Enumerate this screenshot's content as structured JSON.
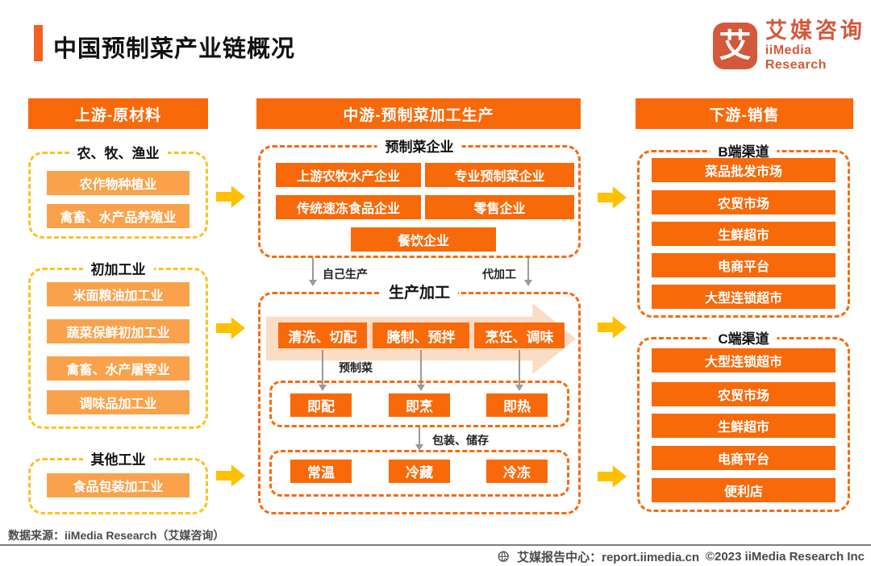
{
  "title": "中国预制菜产业链概况",
  "logo": {
    "glyph": "艾",
    "name_cn": "艾媒咨询",
    "name_en": "iiMedia Research"
  },
  "upstream": {
    "header": "上游-原材料",
    "groups": [
      {
        "title": "农、牧、渔业",
        "items": [
          "农作物种植业",
          "禽畜、水产品养殖业"
        ]
      },
      {
        "title": "初加工业",
        "items": [
          "米面粮油加工业",
          "蔬菜保鲜初加工业",
          "禽畜、水产屠宰业",
          "调味品加工业"
        ]
      },
      {
        "title": "其他工业",
        "items": [
          "食品包装加工业"
        ]
      }
    ]
  },
  "midstream": {
    "header": "中游-预制菜加工生产",
    "enterprise": {
      "title": "预制菜企业",
      "items": [
        "上游农牧水产企业",
        "专业预制菜企业",
        "传统速冻食品企业",
        "零售企业",
        "餐饮企业"
      ]
    },
    "labels": {
      "self_produce": "自己生产",
      "oem": "代加工",
      "premade": "预制菜",
      "packaging": "包装、储存"
    },
    "production": {
      "title": "生产加工",
      "steps": [
        "清洗、切配",
        "腌制、预拌",
        "烹饪、调味"
      ],
      "ready_types": [
        "即配",
        "即烹",
        "即热"
      ],
      "storage": [
        "常温",
        "冷藏",
        "冷冻"
      ]
    }
  },
  "downstream": {
    "header": "下游-销售",
    "groups": [
      {
        "title": "B端渠道",
        "items": [
          "菜品批发市场",
          "农贸市场",
          "生鲜超市",
          "电商平台",
          "大型连锁超市"
        ]
      },
      {
        "title": "C端渠道",
        "items": [
          "大型连锁超市",
          "农贸市场",
          "生鲜超市",
          "电商平台",
          "便利店"
        ]
      }
    ]
  },
  "footer": {
    "source": "数据来源：iiMedia Research（艾媒咨询）",
    "report_center": "艾媒报告中心：report.iimedia.cn",
    "copyright": "©2023  iiMedia Research  Inc"
  },
  "colors": {
    "primary_orange": "#F8690A",
    "light_orange": "#F9A24B",
    "accent_yellow": "#FFC000",
    "peach_arrow": "#FBDCC5",
    "logo_red_orange": "#D4583A",
    "arrow_gray": "#9A9A9A"
  }
}
